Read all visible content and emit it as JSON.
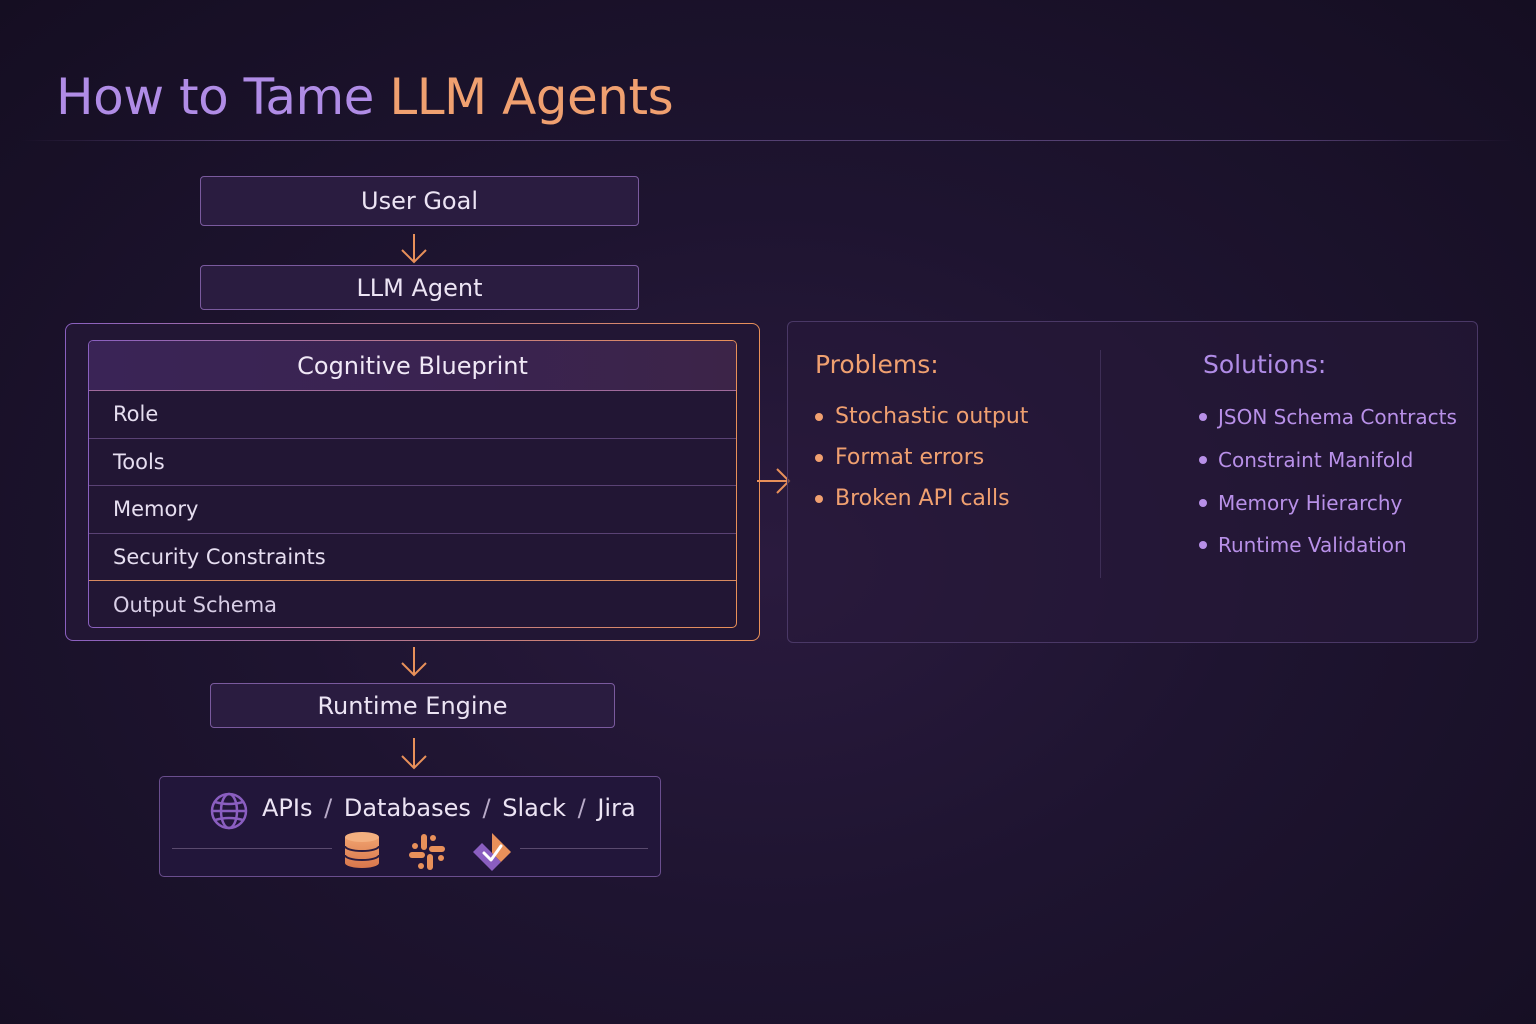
{
  "title": {
    "part1": "How to Tame",
    "part2": "LLM Agents"
  },
  "flow": {
    "user_goal": "User Goal",
    "llm_agent": "LLM Agent",
    "runtime_engine": "Runtime Engine"
  },
  "blueprint": {
    "title": "Cognitive Blueprint",
    "rows": [
      "Role",
      "Tools",
      "Memory",
      "Security Constraints",
      "Output Schema"
    ]
  },
  "problems": {
    "title": "Problems:",
    "items": [
      "Stochastic output",
      "Format errors",
      "Broken API calls"
    ]
  },
  "solutions": {
    "title": "Solutions:",
    "items": [
      "JSON Schema Contracts",
      "Constraint Manifold",
      "Memory Hierarchy",
      "Runtime Validation"
    ]
  },
  "integrations": {
    "items": [
      "APIs",
      "Databases",
      "Slack",
      "Jira"
    ],
    "separator": "/",
    "icons": [
      "globe-icon",
      "database-icon",
      "slack-icon",
      "jira-icon"
    ]
  },
  "colors": {
    "accent_purple": "#b08ce6",
    "accent_orange": "#f0a070",
    "background": "#1e1430"
  }
}
